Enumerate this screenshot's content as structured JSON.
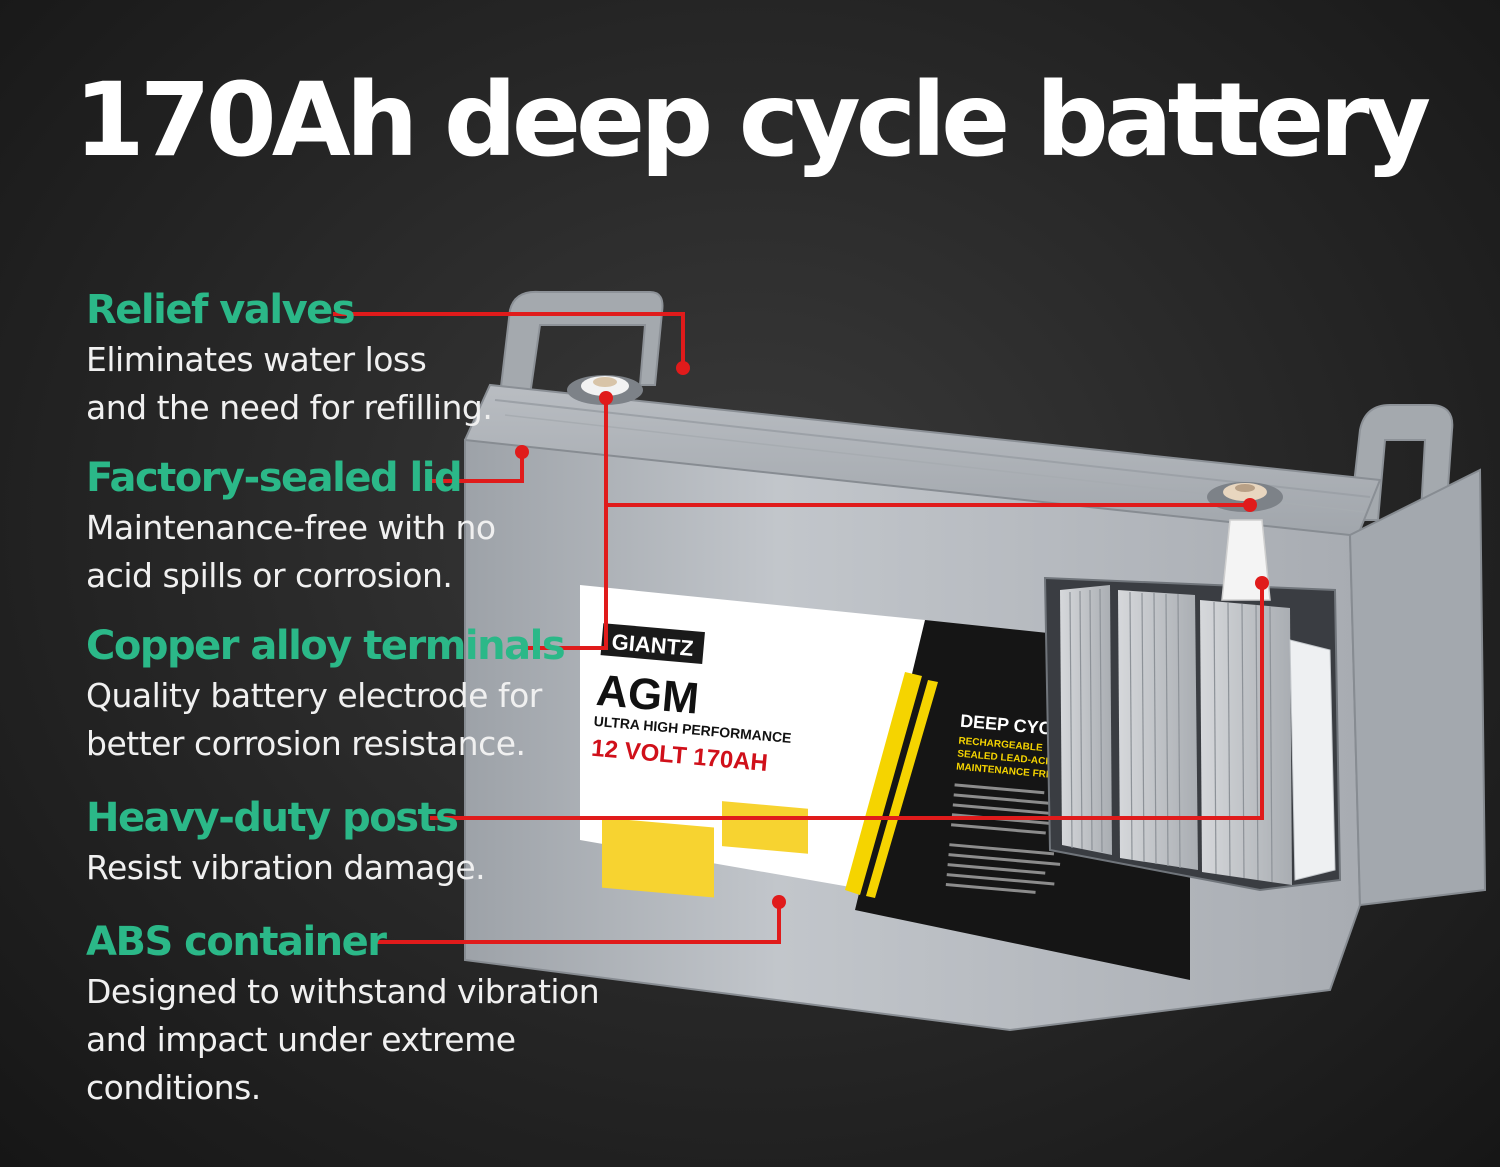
{
  "headline": "170Ah deep cycle battery",
  "features": [
    {
      "title": "Relief valves",
      "description": "Eliminates water loss and the need for refilling."
    },
    {
      "title": "Factory-sealed lid",
      "description": "Maintenance-free with no acid spills or corrosion."
    },
    {
      "title": "Copper alloy terminals",
      "description": "Quality battery electrode for better corrosion resistance."
    },
    {
      "title": "Heavy-duty posts",
      "description": "Resist vibration damage."
    },
    {
      "title": "ABS container",
      "description": "Designed to withstand vibration and impact under extreme conditions."
    }
  ],
  "battery_label": {
    "brand": "GIANTZ",
    "type": "AGM",
    "performance": "ULTRA HIGH PERFORMANCE",
    "rating": "12 VOLT 170AH",
    "dark_title": "DEEP CYCLE",
    "dark_lines": [
      "RECHARGEABLE",
      "SEALED LEAD-ACID B",
      "MAINTENANCE FREE"
    ]
  },
  "colors": {
    "feature_title": "#2bb888",
    "callout_line": "#e01b1b",
    "label_red": "#d0101a",
    "label_yellow": "#f5d400"
  },
  "icons": [
    "battery-illustration",
    "relief-valve-icon",
    "terminal-icon",
    "callout-dot-icon"
  ]
}
